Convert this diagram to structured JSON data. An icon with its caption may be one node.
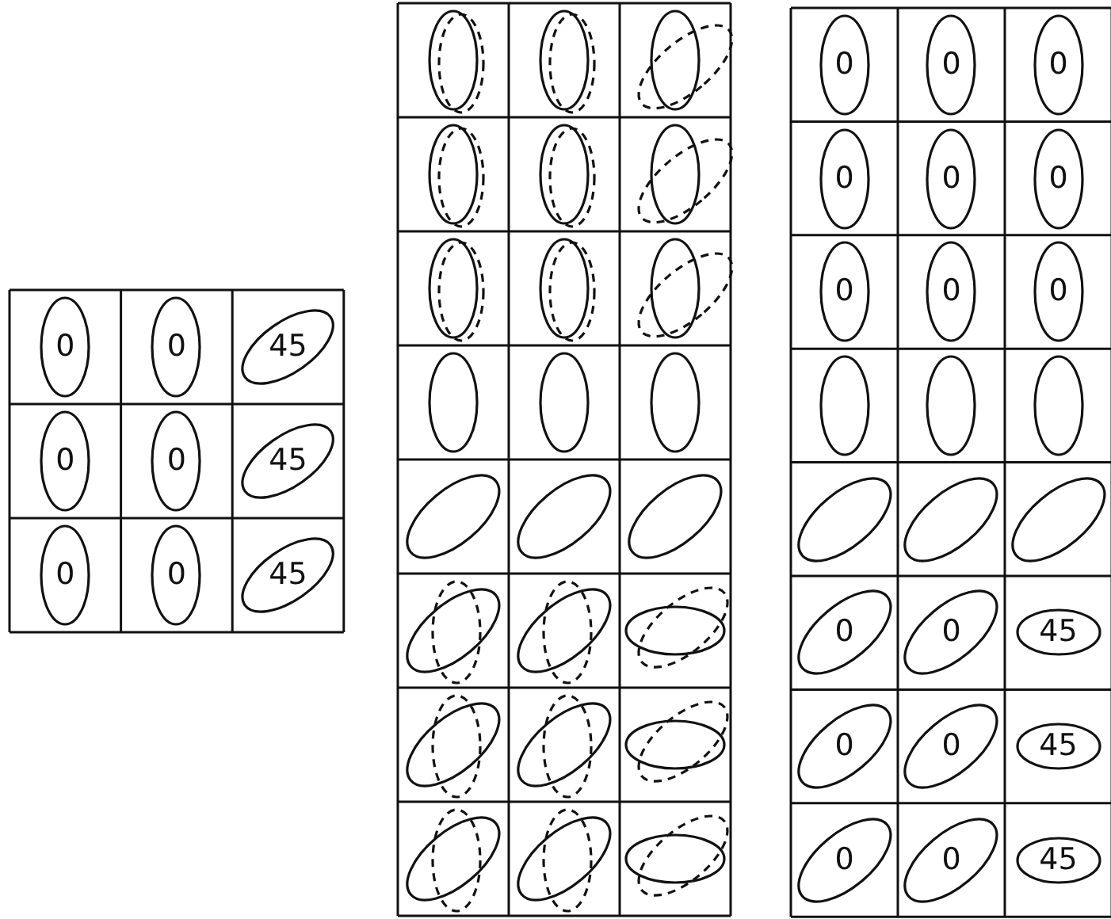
{
  "diagram": {
    "nodes": [
      {
        "text": [
          "0"
        ]
      },
      {
        "text": [
          "0"
        ]
      },
      {
        "text": [
          "45"
        ]
      },
      {
        "text": [
          "0"
        ]
      },
      {
        "text": [
          "0"
        ]
      },
      {
        "text": [
          "45"
        ]
      },
      {
        "text": [
          "0"
        ]
      },
      {
        "text": [
          "0"
        ]
      },
      {
        "text": [
          "45"
        ]
      },
      {
        "text": [],
        "shape": "ellipse"
      },
      {
        "text": [],
        "shape": "ellipse"
      },
      {
        "text": [],
        "shape": "ellipse"
      },
      {
        "text": [],
        "shape": "ellipse"
      },
      {
        "text": [],
        "shape": "ellipse"
      },
      {
        "text": [],
        "shape": "ellipse"
      },
      {
        "text": [],
        "shape": "ellipse"
      },
      {
        "text": [],
        "shape": "ellipse"
      },
      {
        "text": [],
        "shape": "ellipse"
      },
      {
        "text": [],
        "shape": "ellipse"
      },
      {
        "text": [],
        "shape": "ellipse"
      },
      {
        "text": [],
        "shape": "ellipse"
      },
      {
        "text": [],
        "shape": "ellipse"
      },
      {
        "text": [],
        "shape": "ellipse"
      },
      {
        "text": [],
        "shape": "ellipse"
      },
      {
        "text": [],
        "shape": "ellipse"
      },
      {
        "text": [],
        "shape": "ellipse"
      },
      {
        "text": [],
        "shape": "ellipse"
      },
      {
        "text": [],
        "shape": "ellipse"
      },
      {
        "text": [],
        "shape": "ellipse"
      },
      {
        "text": [],
        "shape": "ellipse"
      },
      {
        "text": [],
        "shape": "ellipse"
      },
      {
        "text": [],
        "shape": "ellipse"
      },
      {
        "text": [],
        "shape": "ellipse"
      },
      {
        "text": [
          "0"
        ]
      },
      {
        "text": [
          "0"
        ]
      },
      {
        "text": [
          "0"
        ]
      },
      {
        "text": [
          "0"
        ]
      },
      {
        "text": [
          "0"
        ]
      },
      {
        "text": [
          "0"
        ]
      },
      {
        "text": [
          "0"
        ]
      },
      {
        "text": [
          "0"
        ]
      },
      {
        "text": [
          "0"
        ]
      },
      {
        "text": [],
        "shape": "ellipse"
      },
      {
        "text": [],
        "shape": "ellipse"
      },
      {
        "text": [],
        "shape": "ellipse"
      },
      {
        "text": [],
        "shape": "ellipse"
      },
      {
        "text": [],
        "shape": "ellipse"
      },
      {
        "text": [],
        "shape": "ellipse"
      },
      {
        "text": [
          "0"
        ]
      },
      {
        "text": [
          "0"
        ]
      },
      {
        "text": [
          "45"
        ]
      },
      {
        "text": [
          "0"
        ]
      },
      {
        "text": [
          "0"
        ]
      },
      {
        "text": [
          "45"
        ]
      },
      {
        "text": [
          "0"
        ]
      },
      {
        "text": [
          "0"
        ]
      },
      {
        "text": [
          "45"
        ]
      }
    ],
    "edges": []
  }
}
